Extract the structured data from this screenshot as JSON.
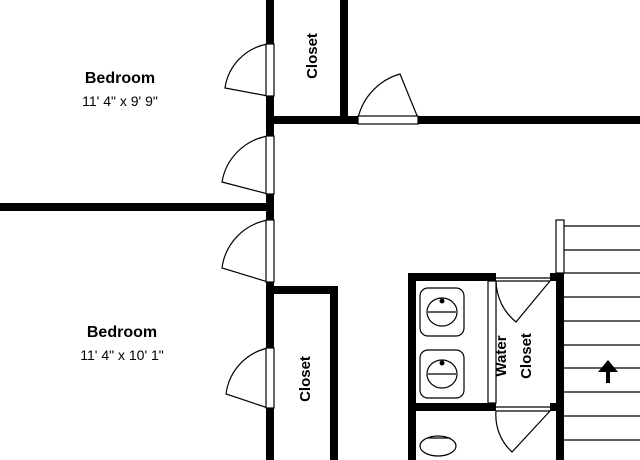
{
  "floor_plan": {
    "rooms": [
      {
        "id": "bedroom_upper",
        "name": "Bedroom",
        "dimensions": "11' 4\" x 9' 9\""
      },
      {
        "id": "bedroom_lower",
        "name": "Bedroom",
        "dimensions": "11' 4\" x 10' 1\""
      },
      {
        "id": "closet_upper",
        "name": "Closet"
      },
      {
        "id": "closet_lower",
        "name": "Closet"
      },
      {
        "id": "water_closet",
        "name_line1": "Water",
        "name_line2": "Closet"
      }
    ],
    "stair_arrow": "up-arrow-icon"
  },
  "colors": {
    "walls": "#000000",
    "background": "#ffffff"
  }
}
